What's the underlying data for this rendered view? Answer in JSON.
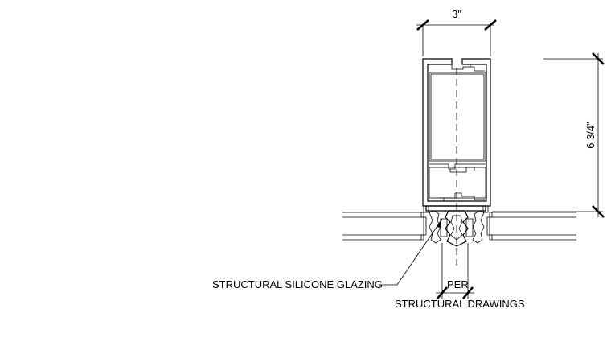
{
  "dimensions": {
    "width_label": "3\"",
    "depth_label": "6 3/4\""
  },
  "callouts": {
    "glazing_label": "STRUCTURAL SILICONE GLAZING",
    "per_label": "PER",
    "drawings_label": "STRUCTURAL DRAWINGS"
  }
}
